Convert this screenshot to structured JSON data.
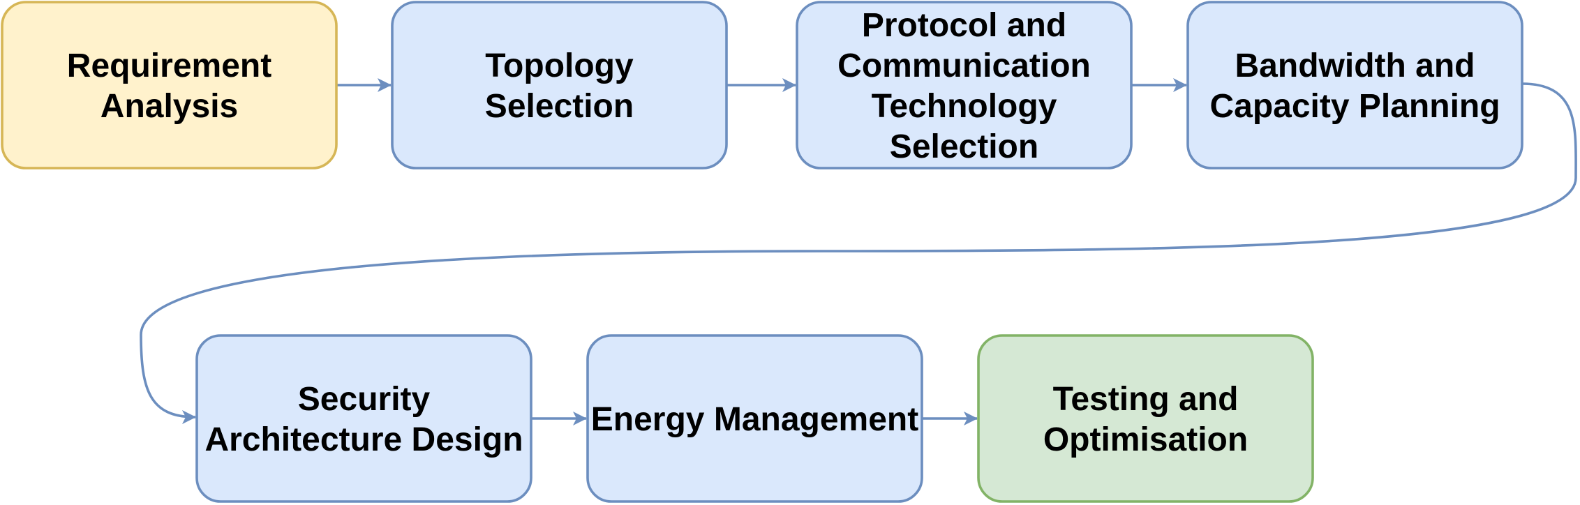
{
  "diagram": {
    "colors": {
      "edge": "#6c8ebf",
      "start_fill": "#fff2cc",
      "start_stroke": "#d6b656",
      "process_fill": "#dae8fc",
      "process_stroke": "#6c8ebf",
      "end_fill": "#d5e8d4",
      "end_stroke": "#82b366"
    },
    "nodes": [
      {
        "id": "requirement-analysis",
        "style": "start",
        "lines": [
          "Requirement",
          "Analysis"
        ]
      },
      {
        "id": "topology-selection",
        "style": "process",
        "lines": [
          "Topology",
          "Selection"
        ]
      },
      {
        "id": "protocol-selection",
        "style": "process",
        "lines": [
          "Protocol and",
          "Communication",
          "Technology",
          "Selection"
        ]
      },
      {
        "id": "bandwidth-planning",
        "style": "process",
        "lines": [
          "Bandwidth and",
          "Capacity Planning"
        ]
      },
      {
        "id": "security-design",
        "style": "process",
        "lines": [
          "Security",
          "Architecture Design"
        ]
      },
      {
        "id": "energy-management",
        "style": "process",
        "lines": [
          "Energy Management"
        ]
      },
      {
        "id": "testing-optimisation",
        "style": "end",
        "lines": [
          "Testing and",
          "Optimisation"
        ]
      }
    ],
    "edges": [
      {
        "from": "requirement-analysis",
        "to": "topology-selection"
      },
      {
        "from": "topology-selection",
        "to": "protocol-selection"
      },
      {
        "from": "protocol-selection",
        "to": "bandwidth-planning"
      },
      {
        "from": "bandwidth-planning",
        "to": "security-design"
      },
      {
        "from": "security-design",
        "to": "energy-management"
      },
      {
        "from": "energy-management",
        "to": "testing-optimisation"
      }
    ]
  }
}
